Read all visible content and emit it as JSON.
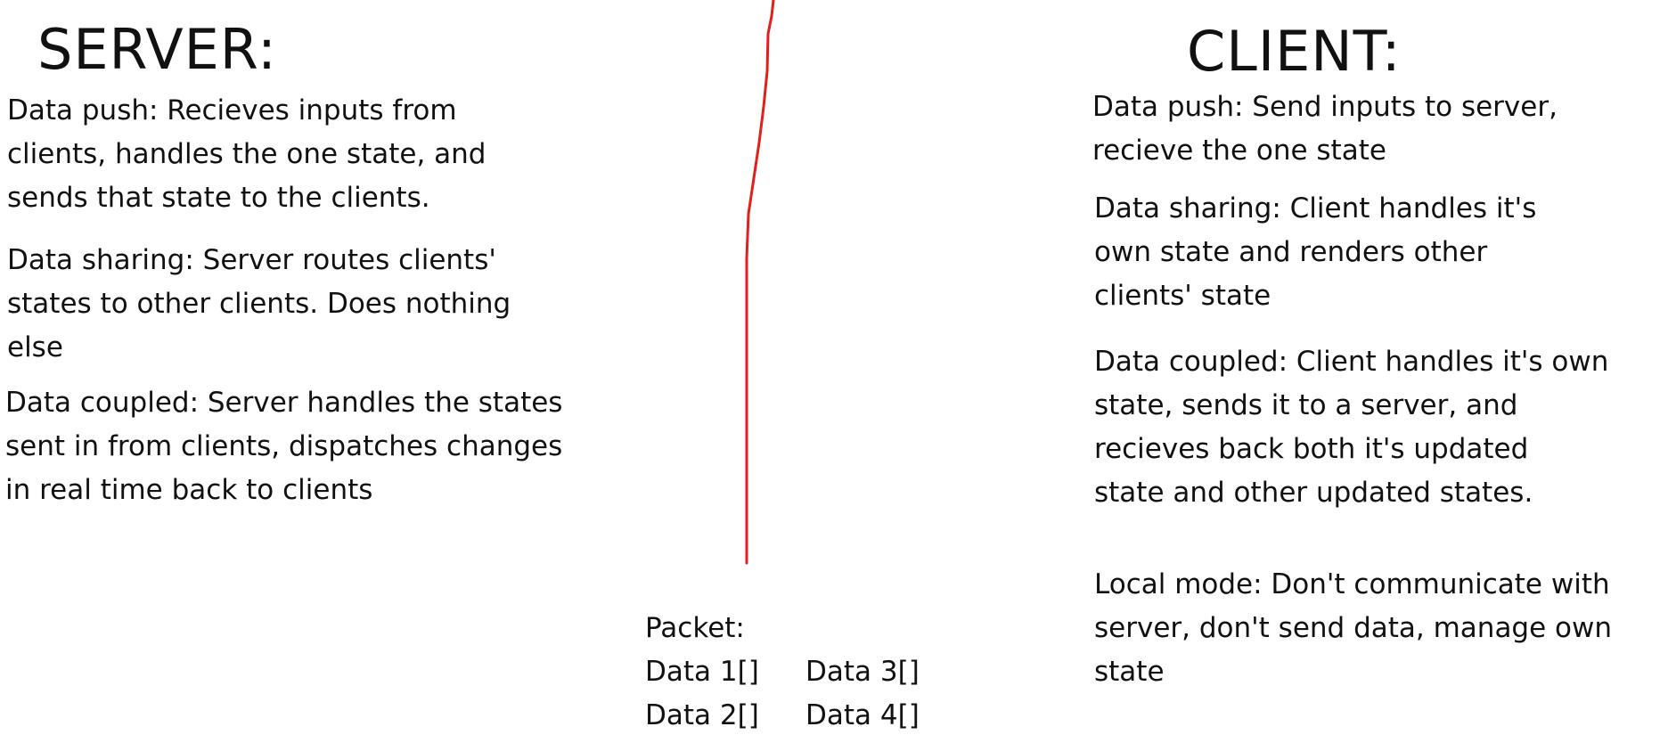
{
  "server": {
    "title": "SERVER:",
    "data_push": {
      "lines": [
        "Data push: Recieves inputs from",
        "clients, handles the one state, and",
        "sends that state to the clients."
      ]
    },
    "data_sharing": {
      "lines": [
        "Data sharing: Server routes clients'",
        "states to other clients. Does nothing",
        "else"
      ]
    },
    "data_coupled": {
      "lines": [
        "Data coupled: Server handles the states",
        "sent in from clients, dispatches changes",
        "in real time back to clients"
      ]
    }
  },
  "client": {
    "title": "CLIENT:",
    "data_push": {
      "lines": [
        "Data push: Send inputs to server,",
        "recieve the one state"
      ]
    },
    "data_sharing": {
      "lines": [
        "Data sharing: Client handles it's",
        "own state and renders other",
        "clients' state"
      ]
    },
    "data_coupled": {
      "lines": [
        "Data coupled: Client handles it's own",
        "state, sends it to a server, and",
        "recieves back both it's updated",
        "state and other updated states."
      ]
    },
    "local_mode": {
      "lines": [
        "Local mode: Don't communicate with",
        "server, don't send data, manage own",
        "state"
      ]
    }
  },
  "packet": {
    "title": "Packet:",
    "items": [
      "Data 1[]",
      "Data 3[]",
      "Data 2[]",
      "Data 4[]"
    ]
  },
  "colors": {
    "divider": "#e0201b",
    "text": "#111111"
  }
}
